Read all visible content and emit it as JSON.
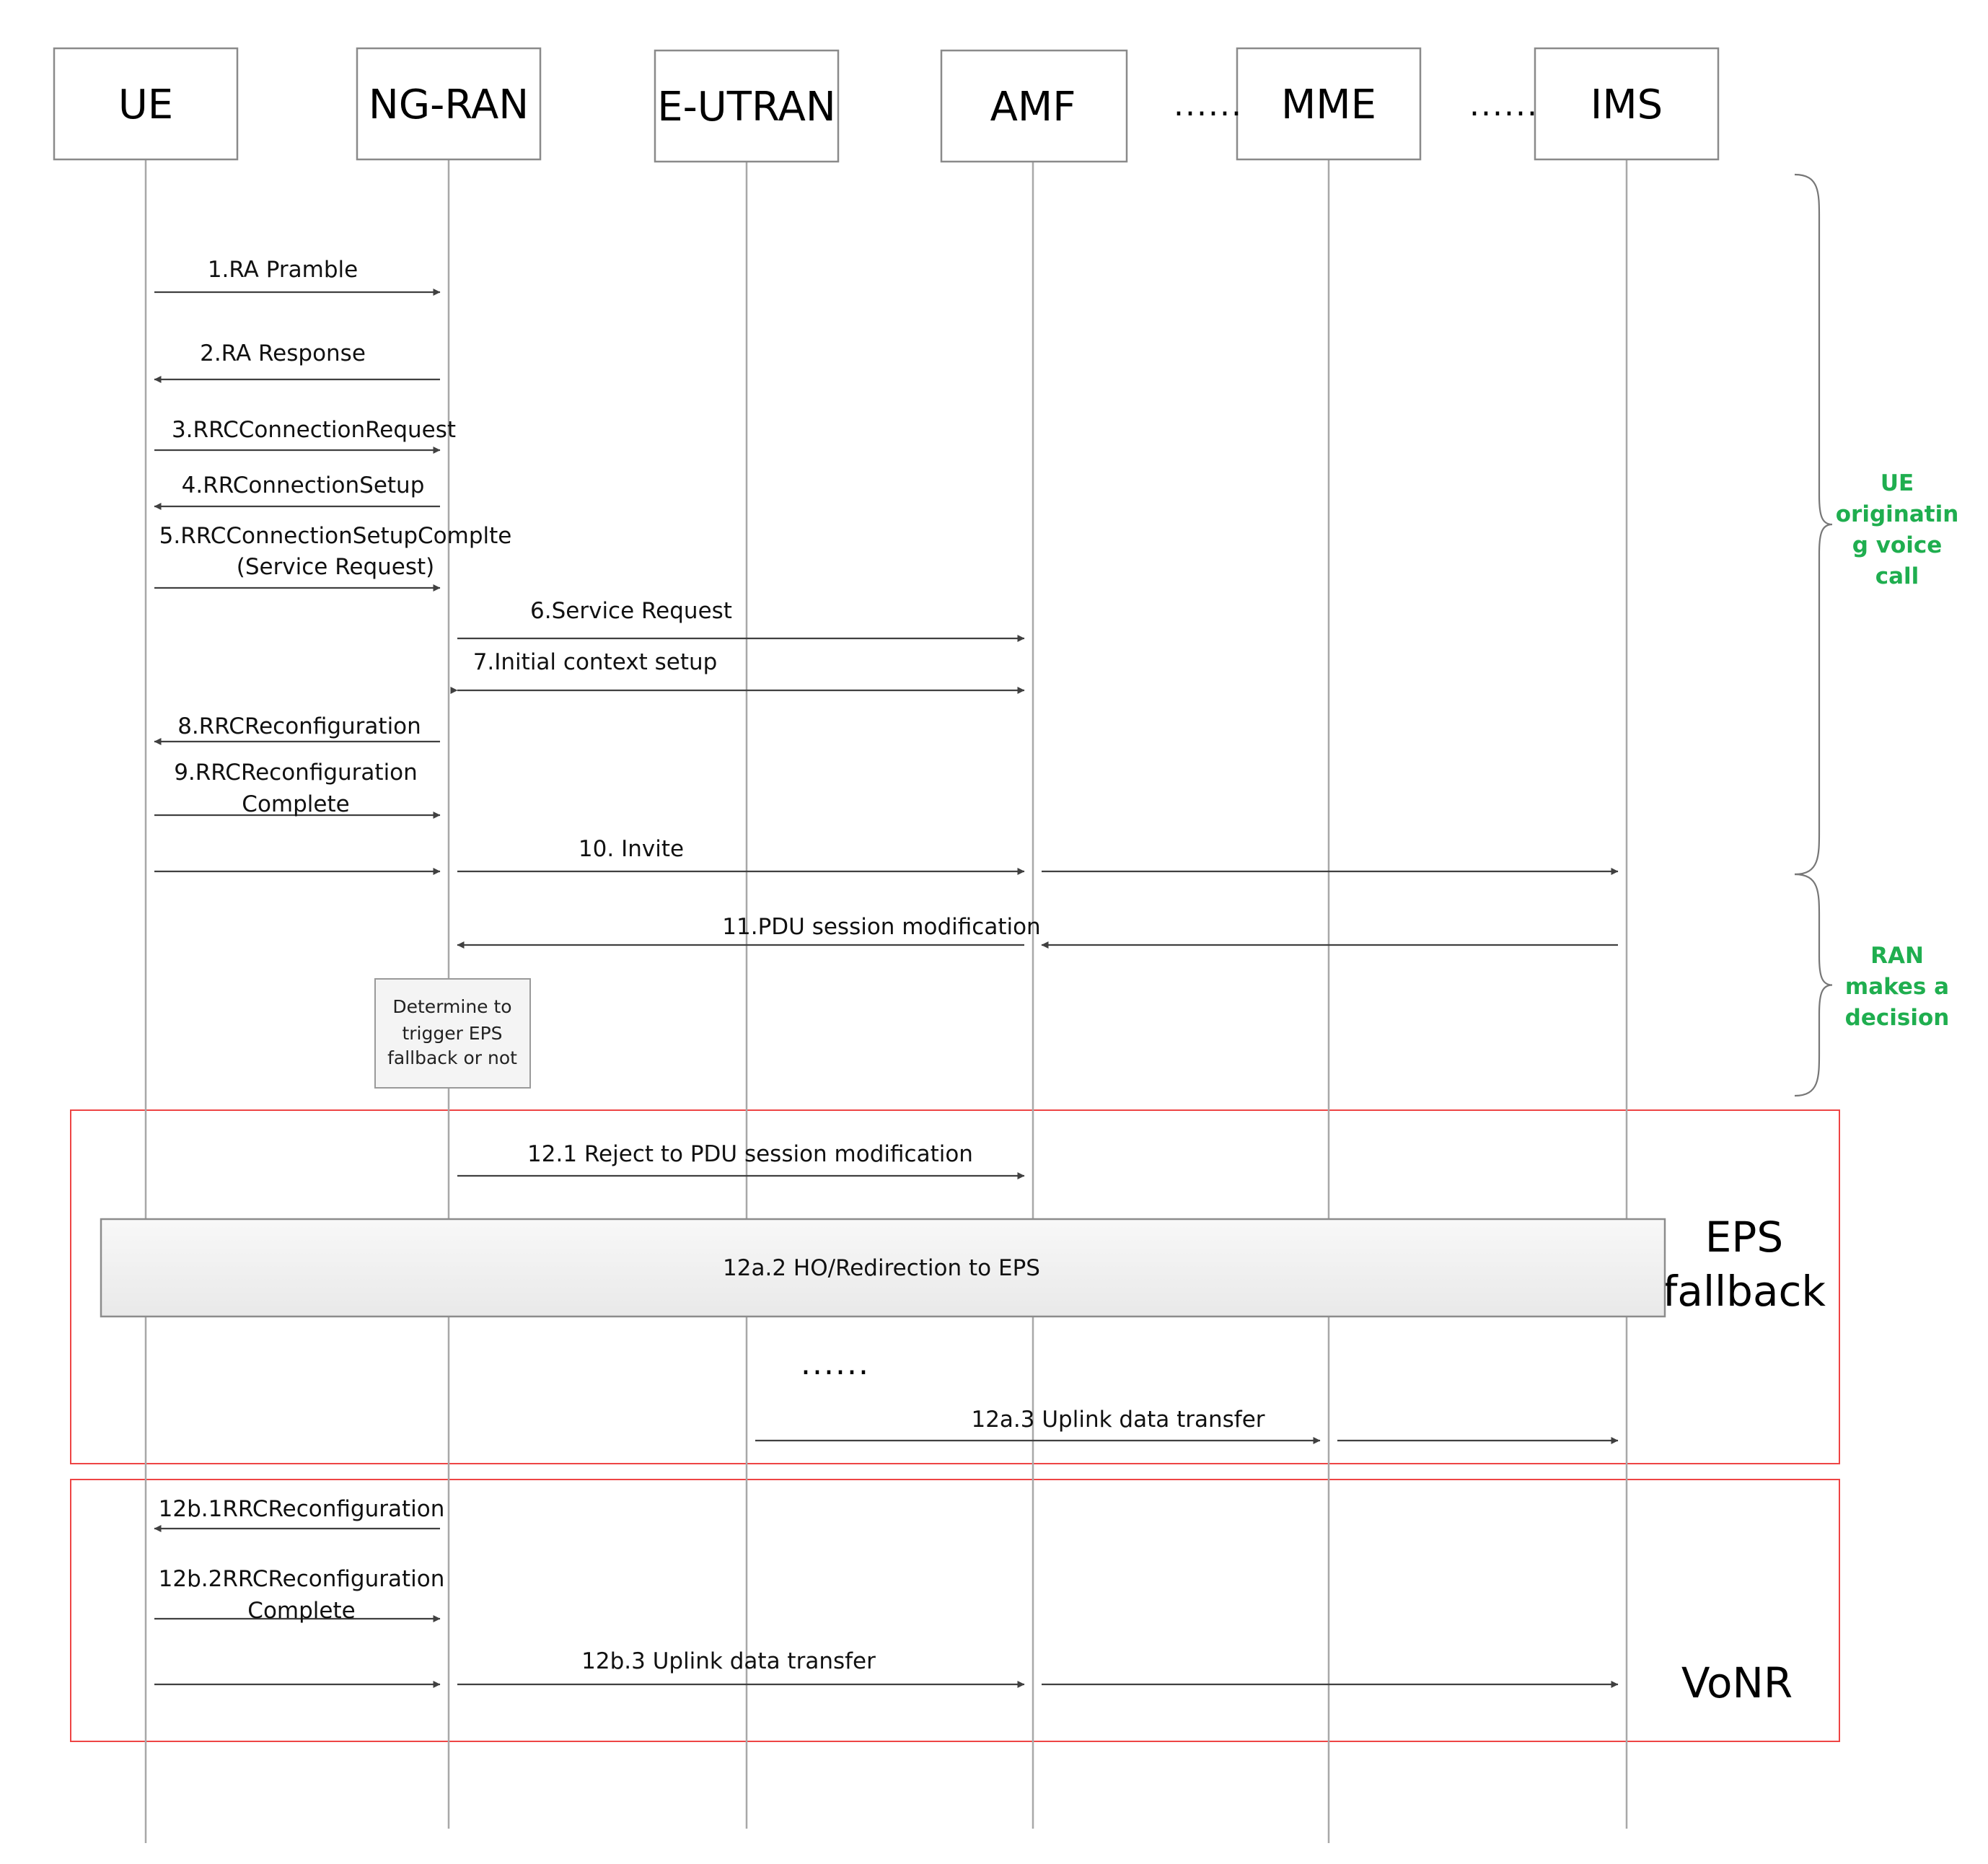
{
  "diagram": {
    "actors": [
      {
        "id": "ue",
        "label": "UE"
      },
      {
        "id": "ngran",
        "label": "NG-RAN"
      },
      {
        "id": "eutran",
        "label": "E-UTRAN"
      },
      {
        "id": "amf",
        "label": "AMF"
      },
      {
        "id": "mme",
        "label": "MME"
      },
      {
        "id": "ims",
        "label": "IMS"
      }
    ],
    "actor_gap_text": "......",
    "messages": [
      {
        "id": "m1",
        "lines": [
          "1.RA Pramble"
        ],
        "from": "ue",
        "to": [
          "ngran"
        ]
      },
      {
        "id": "m2",
        "lines": [
          "2.RA Response"
        ],
        "from": "ngran",
        "to": [
          "ue"
        ]
      },
      {
        "id": "m3",
        "lines": [
          "3.RRCConnectionRequest"
        ],
        "from": "ue",
        "to": [
          "ngran"
        ]
      },
      {
        "id": "m4",
        "lines": [
          "4.RRConnectionSetup"
        ],
        "from": "ngran",
        "to": [
          "ue"
        ]
      },
      {
        "id": "m5",
        "lines": [
          "5.RRCConnectionSetupComplte",
          "(Service Request)"
        ],
        "from": "ue",
        "to": [
          "ngran"
        ]
      },
      {
        "id": "m6",
        "lines": [
          "6.Service Request"
        ],
        "from": "ngran",
        "to": [
          "amf"
        ]
      },
      {
        "id": "m7",
        "lines": [
          "7.Initial context setup"
        ],
        "from": "ngran",
        "to": [
          "amf"
        ],
        "bidirectional": true
      },
      {
        "id": "m8",
        "lines": [
          "8.RRCReconfiguration"
        ],
        "from": "ngran",
        "to": [
          "ue"
        ]
      },
      {
        "id": "m9",
        "lines": [
          "9.RRCReconfiguration",
          "Complete"
        ],
        "from": "ue",
        "to": [
          "ngran"
        ]
      },
      {
        "id": "m10",
        "lines": [
          "10. Invite"
        ],
        "from": "ue",
        "to": [
          "ngran",
          "amf",
          "ims"
        ]
      },
      {
        "id": "m11",
        "lines": [
          "11.PDU session modification"
        ],
        "from": "ims",
        "to": [
          "amf",
          "ngran"
        ]
      },
      {
        "id": "m12_1",
        "lines": [
          "12.1 Reject to PDU session modification"
        ],
        "from": "ngran",
        "to": [
          "amf"
        ]
      },
      {
        "id": "m12a_3",
        "lines": [
          "12a.3 Uplink data transfer"
        ],
        "from": "eutran",
        "to": [
          "mme",
          "ims"
        ]
      },
      {
        "id": "m12b_1",
        "lines": [
          "12b.1RRCReconfiguration"
        ],
        "from": "ngran",
        "to": [
          "ue"
        ]
      },
      {
        "id": "m12b_2",
        "lines": [
          "12b.2RRCReconfiguration",
          "Complete"
        ],
        "from": "ue",
        "to": [
          "ngran"
        ]
      },
      {
        "id": "m12b_3",
        "lines": [
          "12b.3 Uplink data transfer"
        ],
        "from": "ue",
        "to": [
          "ngran",
          "amf",
          "ims"
        ]
      }
    ],
    "note": {
      "lines": [
        "Determine to",
        "trigger EPS",
        "fallback or not"
      ],
      "on": "ngran"
    },
    "band": {
      "text": "12a.2 HO/Redirection to EPS"
    },
    "continuation_dots": "......",
    "frames": [
      {
        "id": "eps",
        "lines": [
          "EPS",
          "fallback"
        ],
        "border_color": "#ee4444"
      },
      {
        "id": "vonr",
        "lines": [
          "VoNR"
        ],
        "border_color": "#ee4444"
      }
    ],
    "phases": [
      {
        "id": "phase1",
        "lines": [
          "UE",
          "originatin",
          "g voice",
          "call"
        ],
        "color": "#1fae4f"
      },
      {
        "id": "phase2",
        "lines": [
          "RAN",
          "makes a",
          "decision"
        ],
        "color": "#1fae4f"
      }
    ]
  }
}
